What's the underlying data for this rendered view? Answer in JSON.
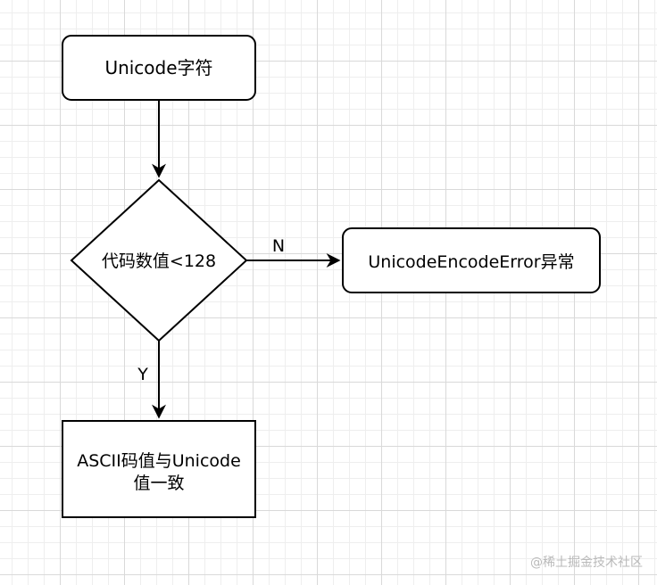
{
  "nodes": {
    "start": {
      "label": "Unicode字符"
    },
    "decision": {
      "label": "代码数值<128"
    },
    "error": {
      "label": "UnicodeEncodeError异常"
    },
    "result": {
      "line1": "ASCII码值与Unicode",
      "line2": "值一致"
    }
  },
  "edges": {
    "no_label": "N",
    "yes_label": "Y"
  },
  "watermark": "@稀土掘金技术社区",
  "colors": {
    "stroke": "#000000",
    "fill": "#ffffff",
    "watermark": "#b9b9b9"
  }
}
